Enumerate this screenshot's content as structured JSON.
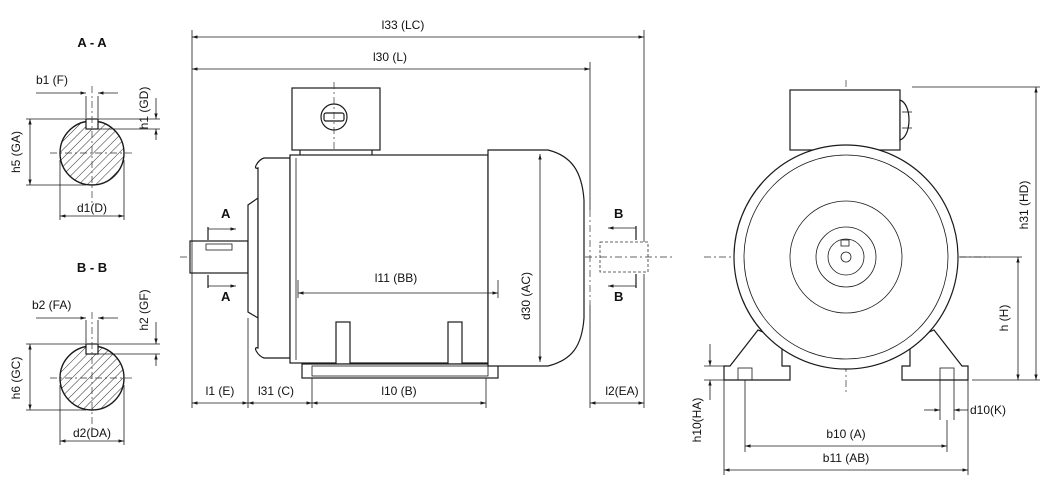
{
  "diagram": {
    "section_titles": {
      "aa": "A - A",
      "bb": "B - B"
    },
    "section_marks": {
      "a": "A",
      "b": "B"
    },
    "labels": {
      "b1": "b1 (F)",
      "h1": "h1 (GD)",
      "h5": "h5 (GA)",
      "d1": "d1(D)",
      "b2": "b2 (FA)",
      "h2": "h2 (GF)",
      "h6": "h6 (GC)",
      "d2": "d2(DA)",
      "l33": "l33 (LC)",
      "l30": "l30 (L)",
      "l11": "l11 (BB)",
      "d30": "d30 (AC)",
      "l1": "l1 (E)",
      "l31": "l31 (C)",
      "l10": "l10 (B)",
      "l2": "l2(EA)",
      "h31": "h31 (HD)",
      "h": "h (H)",
      "h10": "h10(HA)",
      "d10": "d10(K)",
      "b10": "b10 (A)",
      "b11": "b11 (AB)"
    }
  }
}
